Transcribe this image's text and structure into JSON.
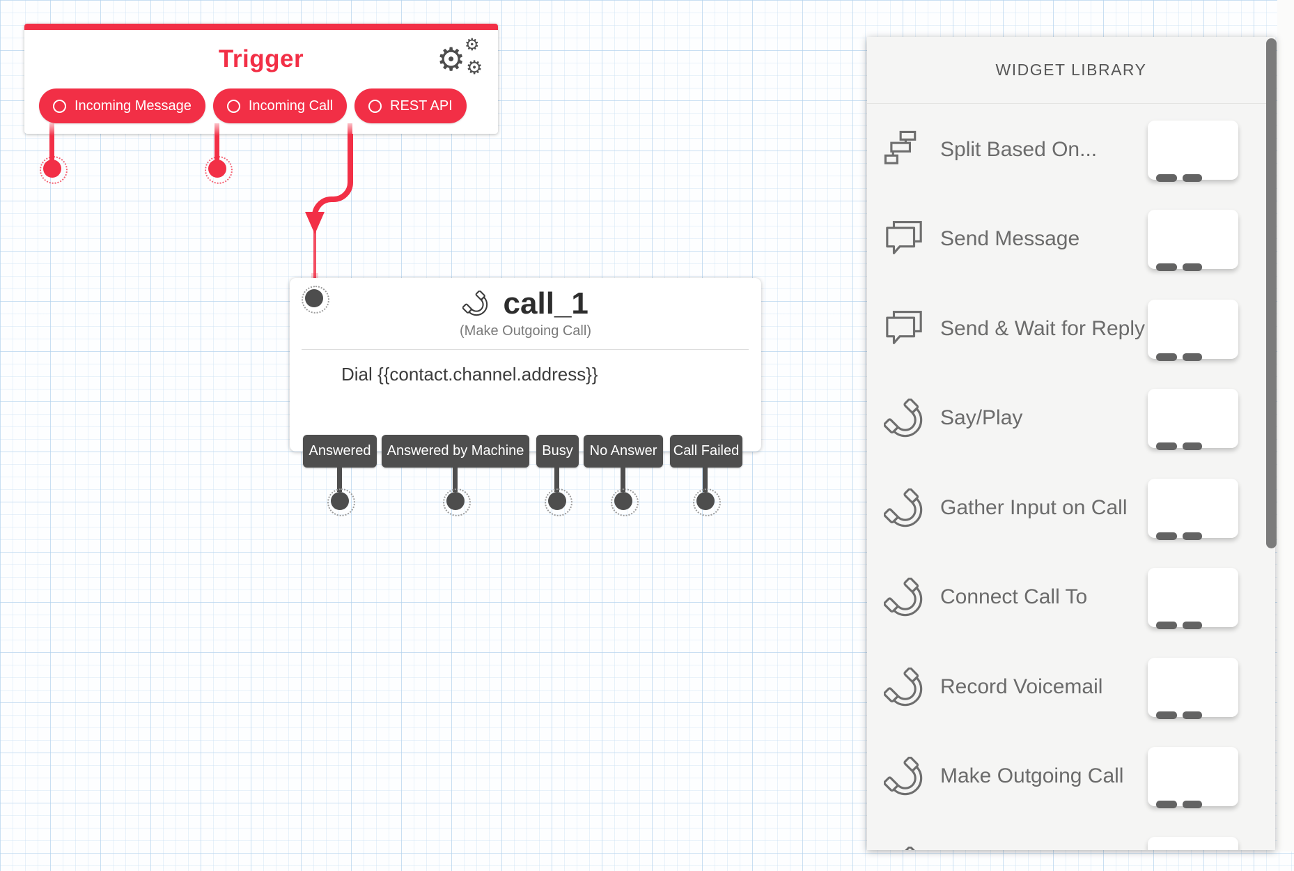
{
  "canvas": {
    "trigger": {
      "title": "Trigger",
      "gear_icon": "settings-gears-icon",
      "pills": [
        {
          "label": "Incoming Message"
        },
        {
          "label": "Incoming Call"
        },
        {
          "label": "REST API"
        }
      ]
    },
    "widget": {
      "name": "call_1",
      "subtitle": "(Make Outgoing Call)",
      "body": "Dial {{contact.channel.address}}",
      "transitions": [
        "Answered",
        "Answered by Machine",
        "Busy",
        "No Answer",
        "Call Failed"
      ]
    }
  },
  "library": {
    "title": "WIDGET LIBRARY",
    "items": [
      {
        "label": "Split Based On...",
        "icon": "split-icon"
      },
      {
        "label": "Send Message",
        "icon": "message-icon"
      },
      {
        "label": "Send & Wait for Reply",
        "icon": "message-icon"
      },
      {
        "label": "Say/Play",
        "icon": "phone-icon"
      },
      {
        "label": "Gather Input on Call",
        "icon": "phone-icon"
      },
      {
        "label": "Connect Call To",
        "icon": "phone-icon"
      },
      {
        "label": "Record Voicemail",
        "icon": "phone-icon"
      },
      {
        "label": "Make Outgoing Call",
        "icon": "phone-icon"
      }
    ]
  },
  "colors": {
    "accent_red": "#F22F46",
    "dark_gray": "#4E4E4E",
    "panel_bg": "#F5F5F4",
    "grid_blue": "#CDE3F5"
  }
}
